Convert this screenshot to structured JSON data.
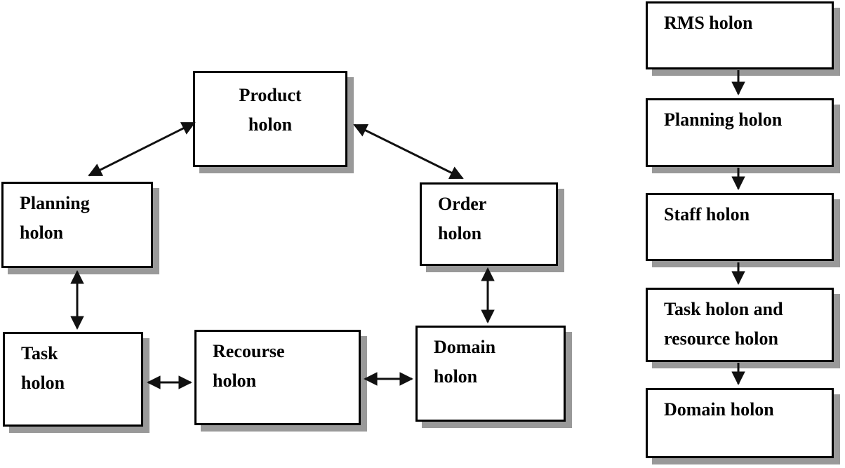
{
  "figure": {
    "description_left": "holarchy network of holons",
    "description_right": "hierarchical chain of holons"
  },
  "colors": {
    "background": "#ffffff",
    "box_fill": "#ffffff",
    "box_border": "#000000",
    "box_shadow": "#999999",
    "arrow": "#111111",
    "text": "#000000"
  },
  "left_diagram": {
    "boxes": {
      "product": {
        "label": "Product\nholon"
      },
      "planning": {
        "label": "Planning\nholon"
      },
      "order": {
        "label": "Order\nholon"
      },
      "task": {
        "label": "Task\nholon"
      },
      "recourse": {
        "label": "Recourse\nholon"
      },
      "domain": {
        "label": "Domain\nholon"
      }
    },
    "connections": [
      {
        "from": "product",
        "to": "planning",
        "type": "bidirectional"
      },
      {
        "from": "product",
        "to": "order",
        "type": "bidirectional"
      },
      {
        "from": "planning",
        "to": "task",
        "type": "bidirectional"
      },
      {
        "from": "order",
        "to": "domain",
        "type": "bidirectional"
      },
      {
        "from": "task",
        "to": "recourse",
        "type": "bidirectional"
      },
      {
        "from": "recourse",
        "to": "domain",
        "type": "bidirectional"
      }
    ]
  },
  "right_diagram": {
    "boxes": {
      "rms": {
        "label": "RMS holon"
      },
      "planning": {
        "label": "Planning holon"
      },
      "staff": {
        "label": "Staff holon"
      },
      "task_resource": {
        "label": "Task holon and\nresource holon"
      },
      "domain": {
        "label": "Domain holon"
      }
    },
    "connections": [
      {
        "from": "rms",
        "to": "planning",
        "type": "down"
      },
      {
        "from": "planning",
        "to": "staff",
        "type": "down"
      },
      {
        "from": "staff",
        "to": "task_resource",
        "type": "down"
      },
      {
        "from": "task_resource",
        "to": "domain",
        "type": "down"
      }
    ]
  }
}
